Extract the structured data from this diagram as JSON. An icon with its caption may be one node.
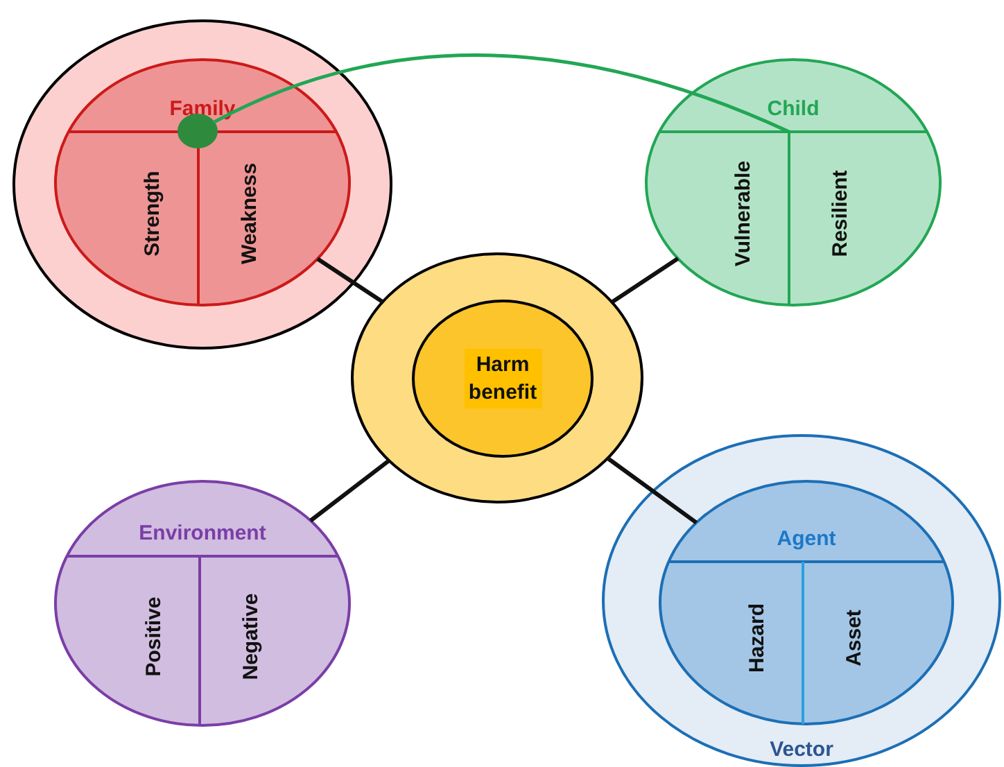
{
  "diagram": {
    "nodes": [
      {
        "text": [],
        "shape": "circle"
      },
      {
        "text": [
          "Family",
          "Strength",
          "Weakness"
        ],
        "in": 0
      },
      {
        "text": [],
        "shape": "circle",
        "in": 1
      },
      {
        "text": [
          "Child",
          "Vulnerable",
          "Resilient"
        ]
      },
      {
        "text": [],
        "shape": "circle"
      },
      {
        "text": [
          "Harm benefit"
        ],
        "in": 4
      },
      {
        "text": [
          "Environment",
          "Positive",
          "Negative"
        ]
      },
      {
        "text": [
          "Vector"
        ]
      },
      {
        "text": [
          "Agent",
          "Hazard",
          "Asset"
        ],
        "in": 7
      }
    ],
    "edges": [
      {
        "from": 2,
        "to": 3,
        "arrow": "none",
        "color": "#22a655"
      },
      {
        "from": 1,
        "to": 4,
        "arrow": "none"
      },
      {
        "from": 3,
        "to": 4,
        "arrow": "none"
      },
      {
        "from": 4,
        "to": 6,
        "arrow": "none"
      },
      {
        "from": 4,
        "to": 8,
        "arrow": "none"
      }
    ]
  }
}
